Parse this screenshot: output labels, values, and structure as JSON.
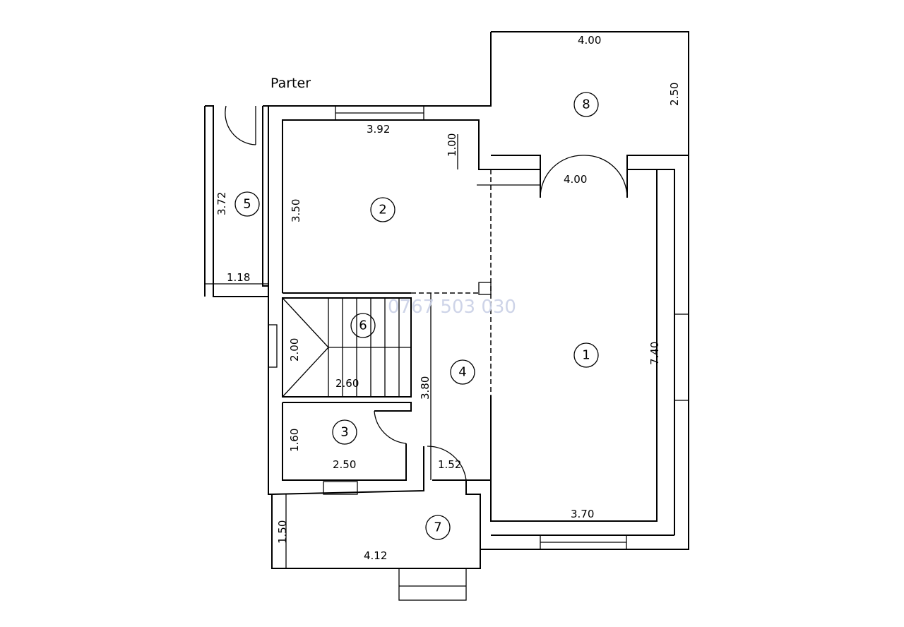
{
  "title": "Parter",
  "watermark": "0767 503 030",
  "rooms": [
    {
      "id": "1"
    },
    {
      "id": "2"
    },
    {
      "id": "3"
    },
    {
      "id": "4"
    },
    {
      "id": "5"
    },
    {
      "id": "6"
    },
    {
      "id": "7"
    },
    {
      "id": "8"
    }
  ],
  "dimensions": {
    "terrace_width": "4.00",
    "terrace_depth": "2.50",
    "room1_top": "4.00",
    "room1_length": "7.40",
    "room1_width": "3.70",
    "room2_width": "3.92",
    "room2_length": "3.50",
    "room2_offset": "1.00",
    "room5_length": "3.72",
    "room5_width": "1.18",
    "stair_length": "2.00",
    "stair_width": "2.60",
    "hall_length": "3.80",
    "room3_length": "1.60",
    "room3_width": "2.50",
    "door_width": "1.52",
    "room7_depth": "1.50",
    "room7_width": "4.12"
  }
}
